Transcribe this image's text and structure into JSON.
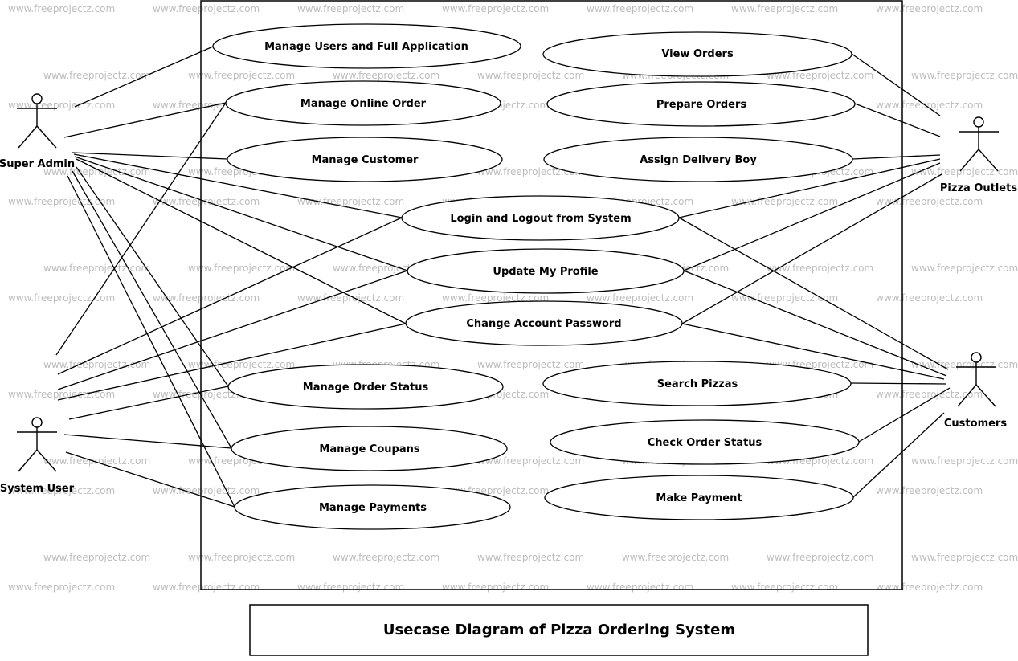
{
  "diagram": {
    "title": "Usecase Diagram of Pizza Ordering System",
    "watermark": "www.freeprojectz.com",
    "actors": [
      {
        "id": "super_admin",
        "label": "Super Admin"
      },
      {
        "id": "system_user",
        "label": "System User"
      },
      {
        "id": "pizza_outlets",
        "label": "Pizza Outlets"
      },
      {
        "id": "customers",
        "label": "Customers"
      }
    ],
    "use_cases": [
      {
        "id": "manage_users",
        "label": "Manage Users and Full Application"
      },
      {
        "id": "manage_online_order",
        "label": "Manage Online Order"
      },
      {
        "id": "manage_customer",
        "label": "Manage Customer"
      },
      {
        "id": "view_orders",
        "label": "View Orders"
      },
      {
        "id": "prepare_orders",
        "label": "Prepare Orders"
      },
      {
        "id": "assign_delivery",
        "label": "Assign Delivery Boy"
      },
      {
        "id": "login_logout",
        "label": "Login and Logout from System"
      },
      {
        "id": "update_profile",
        "label": "Update My Profile"
      },
      {
        "id": "change_password",
        "label": "Change Account Password"
      },
      {
        "id": "manage_order_status",
        "label": "Manage Order Status"
      },
      {
        "id": "manage_coupans",
        "label": "Manage Coupans"
      },
      {
        "id": "manage_payments",
        "label": "Manage Payments"
      },
      {
        "id": "search_pizzas",
        "label": "Search Pizzas"
      },
      {
        "id": "check_order_status",
        "label": "Check Order Status"
      },
      {
        "id": "make_payment",
        "label": "Make Payment"
      }
    ],
    "associations": [
      [
        "super_admin",
        "manage_users"
      ],
      [
        "super_admin",
        "manage_online_order"
      ],
      [
        "super_admin",
        "manage_customer"
      ],
      [
        "super_admin",
        "login_logout"
      ],
      [
        "super_admin",
        "update_profile"
      ],
      [
        "super_admin",
        "change_password"
      ],
      [
        "super_admin",
        "manage_order_status"
      ],
      [
        "super_admin",
        "manage_coupans"
      ],
      [
        "super_admin",
        "manage_payments"
      ],
      [
        "system_user",
        "manage_online_order"
      ],
      [
        "system_user",
        "login_logout"
      ],
      [
        "system_user",
        "update_profile"
      ],
      [
        "system_user",
        "change_password"
      ],
      [
        "system_user",
        "manage_order_status"
      ],
      [
        "system_user",
        "manage_coupans"
      ],
      [
        "system_user",
        "manage_payments"
      ],
      [
        "pizza_outlets",
        "view_orders"
      ],
      [
        "pizza_outlets",
        "prepare_orders"
      ],
      [
        "pizza_outlets",
        "assign_delivery"
      ],
      [
        "pizza_outlets",
        "login_logout"
      ],
      [
        "pizza_outlets",
        "update_profile"
      ],
      [
        "pizza_outlets",
        "change_password"
      ],
      [
        "customers",
        "login_logout"
      ],
      [
        "customers",
        "update_profile"
      ],
      [
        "customers",
        "change_password"
      ],
      [
        "customers",
        "search_pizzas"
      ],
      [
        "customers",
        "check_order_status"
      ],
      [
        "customers",
        "make_payment"
      ]
    ]
  }
}
